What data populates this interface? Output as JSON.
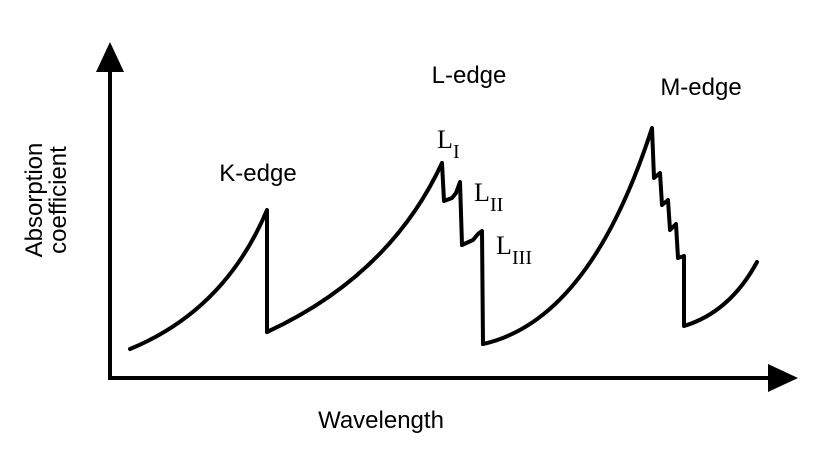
{
  "diagram": {
    "x_axis_label": "Wavelength",
    "y_axis_label_line1": "Absorption",
    "y_axis_label_line2": "coefficient",
    "labels": {
      "k_edge": "K-edge",
      "l_edge": "L-edge",
      "m_edge": "M-edge",
      "l1": {
        "main": "L",
        "sub": "I"
      },
      "l2": {
        "main": "L",
        "sub": "II"
      },
      "l3": {
        "main": "L",
        "sub": "III"
      }
    }
  }
}
